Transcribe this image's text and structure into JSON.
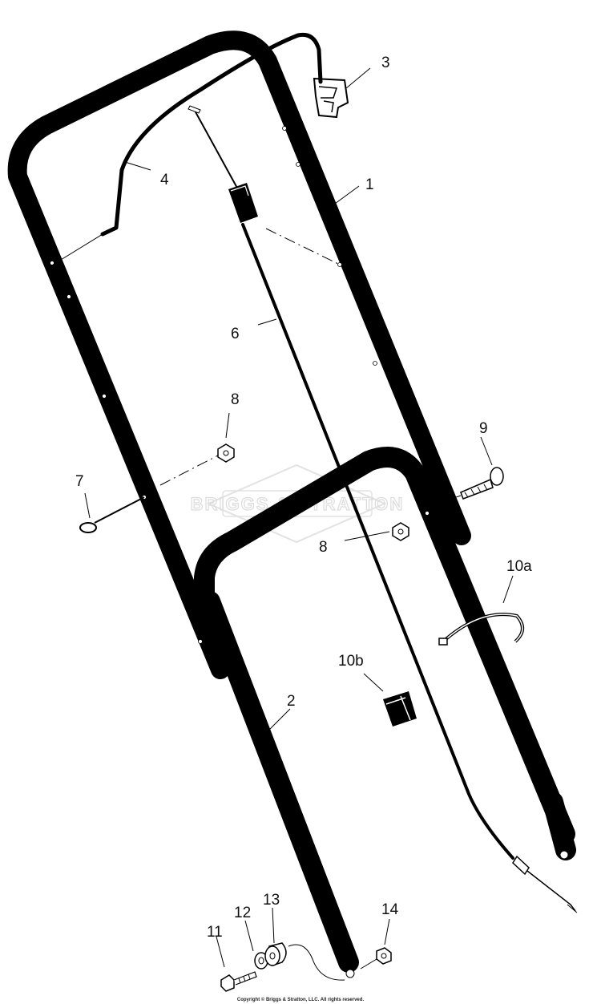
{
  "callouts": [
    {
      "id": "c1",
      "text": "1"
    },
    {
      "id": "c2",
      "text": "2"
    },
    {
      "id": "c3",
      "text": "3"
    },
    {
      "id": "c4",
      "text": "4"
    },
    {
      "id": "c6",
      "text": "6"
    },
    {
      "id": "c7",
      "text": "7"
    },
    {
      "id": "c8a",
      "text": "8"
    },
    {
      "id": "c8b",
      "text": "8"
    },
    {
      "id": "c9",
      "text": "9"
    },
    {
      "id": "c10a",
      "text": "10a"
    },
    {
      "id": "c10b",
      "text": "10b"
    },
    {
      "id": "c11",
      "text": "11"
    },
    {
      "id": "c12",
      "text": "12"
    },
    {
      "id": "c13",
      "text": "13"
    },
    {
      "id": "c14",
      "text": "14"
    }
  ],
  "watermark": "BRIGGS & STRATTON",
  "copyright": "Copyright © Briggs & Stratton, LLC. All rights reserved."
}
